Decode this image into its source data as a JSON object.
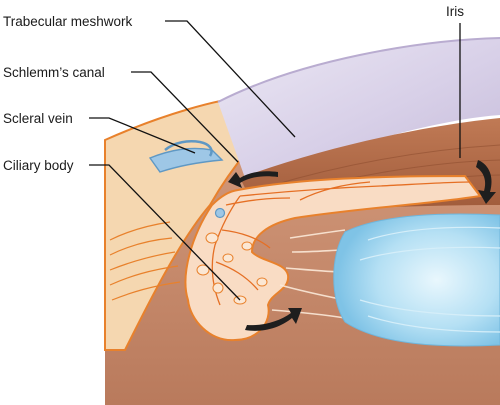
{
  "labels": {
    "trabecular_meshwork": "Trabecular meshwork",
    "schlemms_canal": "Schlemm’s canal",
    "scleral_vein": "Scleral vein",
    "ciliary_body": "Ciliary body",
    "iris": "Iris"
  },
  "colors": {
    "background": "#ffffff",
    "sclera": "#f5d7b0",
    "sclera_edge": "#e8812c",
    "cornea": "#d4cbe4",
    "iris": "#b26a46",
    "ciliary_body": "#f9dcc4",
    "ciliary_outline": "#e8812c",
    "lens": "#a9d9f2",
    "canal": "#9ec7e6",
    "vessel": "#e56f24",
    "deep_tissue": "#c98766",
    "arrow": "#1e1e1e"
  },
  "icons": [
    "flow-arrow-icon"
  ]
}
